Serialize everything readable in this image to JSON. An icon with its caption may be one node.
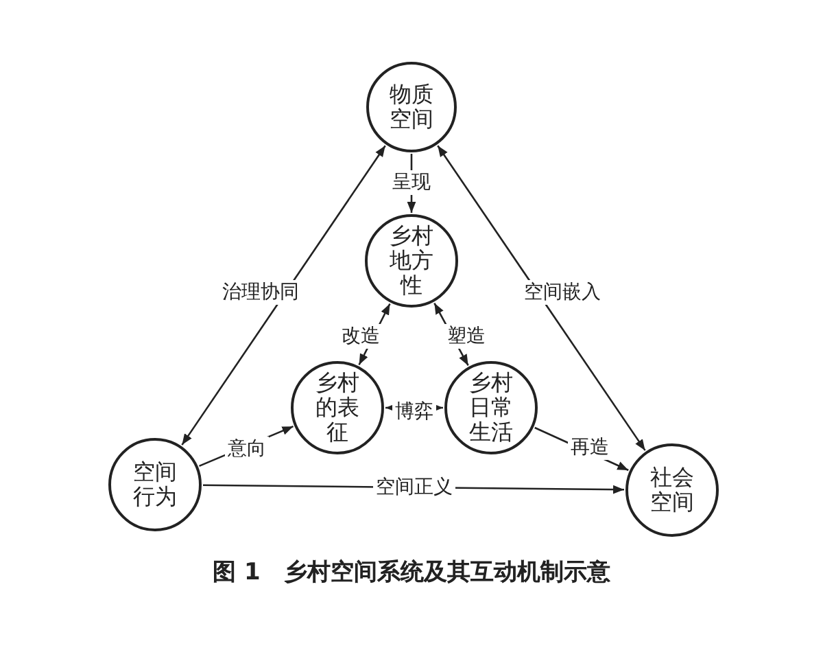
{
  "diagram": {
    "caption": "图 1　乡村空间系统及其互动机制示意",
    "nodes": [
      {
        "text": [
          "物质空间"
        ]
      },
      {
        "text": [
          "乡村地方性"
        ]
      },
      {
        "text": [
          "乡村的表征"
        ]
      },
      {
        "text": [
          "乡村日常生活"
        ]
      },
      {
        "text": [
          "空间行为"
        ]
      },
      {
        "text": [
          "社会空间"
        ]
      }
    ],
    "edges": [
      {
        "from": 0,
        "to": 1,
        "arrow": "to",
        "label": "呈现"
      },
      {
        "from": 4,
        "to": 0,
        "arrow": "both",
        "label": "治理协同"
      },
      {
        "from": 5,
        "to": 0,
        "arrow": "both",
        "label": "空间嵌入"
      },
      {
        "from": 1,
        "to": 2,
        "arrow": "both",
        "label": "改造"
      },
      {
        "from": 1,
        "to": 3,
        "arrow": "both",
        "label": "塑造"
      },
      {
        "from": 2,
        "to": 3,
        "arrow": "both",
        "label": "博弈"
      },
      {
        "from": 4,
        "to": 2,
        "arrow": "to",
        "label": "意向"
      },
      {
        "from": 3,
        "to": 5,
        "arrow": "to",
        "label": "再造"
      },
      {
        "from": 4,
        "to": 5,
        "arrow": "to",
        "label": "空间正义"
      }
    ]
  }
}
